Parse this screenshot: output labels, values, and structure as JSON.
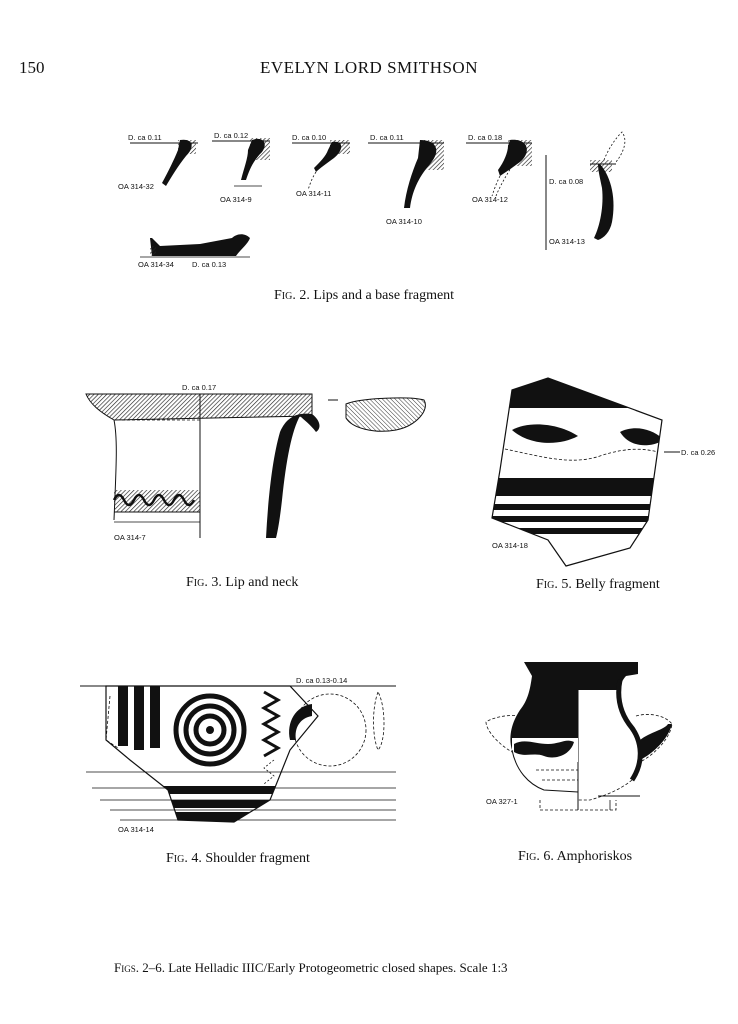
{
  "header": {
    "page_number": "150",
    "running_head": "EVELYN LORD SMITHSON"
  },
  "fig2": {
    "labels": {
      "d1": "D. ca 0.11",
      "n1": "OA 314-32",
      "d2": "D. ca 0.12",
      "n2": "OA 314-9",
      "d3": "D. ca 0.10",
      "n3": "OA 314-11",
      "d4": "D. ca 0.11",
      "n4": "OA 314-10",
      "d5": "D. ca 0.18",
      "n5": "OA 314-12",
      "d6": "D. ca 0.08",
      "n6": "OA 314-13",
      "n7": "OA 314-34",
      "d7": "D. ca 0.13"
    },
    "caption_fig": "Fig",
    "caption_text": ". 2. Lips and a base fragment"
  },
  "fig3": {
    "labels": {
      "d": "D. ca 0.17",
      "n": "OA 314-7"
    },
    "caption_fig": "Fig",
    "caption_text": ". 3. Lip and neck"
  },
  "fig5": {
    "labels": {
      "d": "D. ca 0.26",
      "n": "OA 314-18"
    },
    "caption_fig": "Fig",
    "caption_text": ". 5. Belly fragment"
  },
  "fig4": {
    "labels": {
      "d": "D. ca 0.13-0.14",
      "n": "OA 314-14"
    },
    "caption_fig": "Fig",
    "caption_text": ". 4. Shoulder fragment"
  },
  "fig6": {
    "labels": {
      "n": "OA 327-1"
    },
    "caption_fig": "Fig",
    "caption_text": ". 6. Amphoriskos"
  },
  "footnote": {
    "fig": "Figs",
    "text": ". 2–6. Late Helladic IIIC/Early Protogeometric closed shapes. Scale 1:3"
  }
}
